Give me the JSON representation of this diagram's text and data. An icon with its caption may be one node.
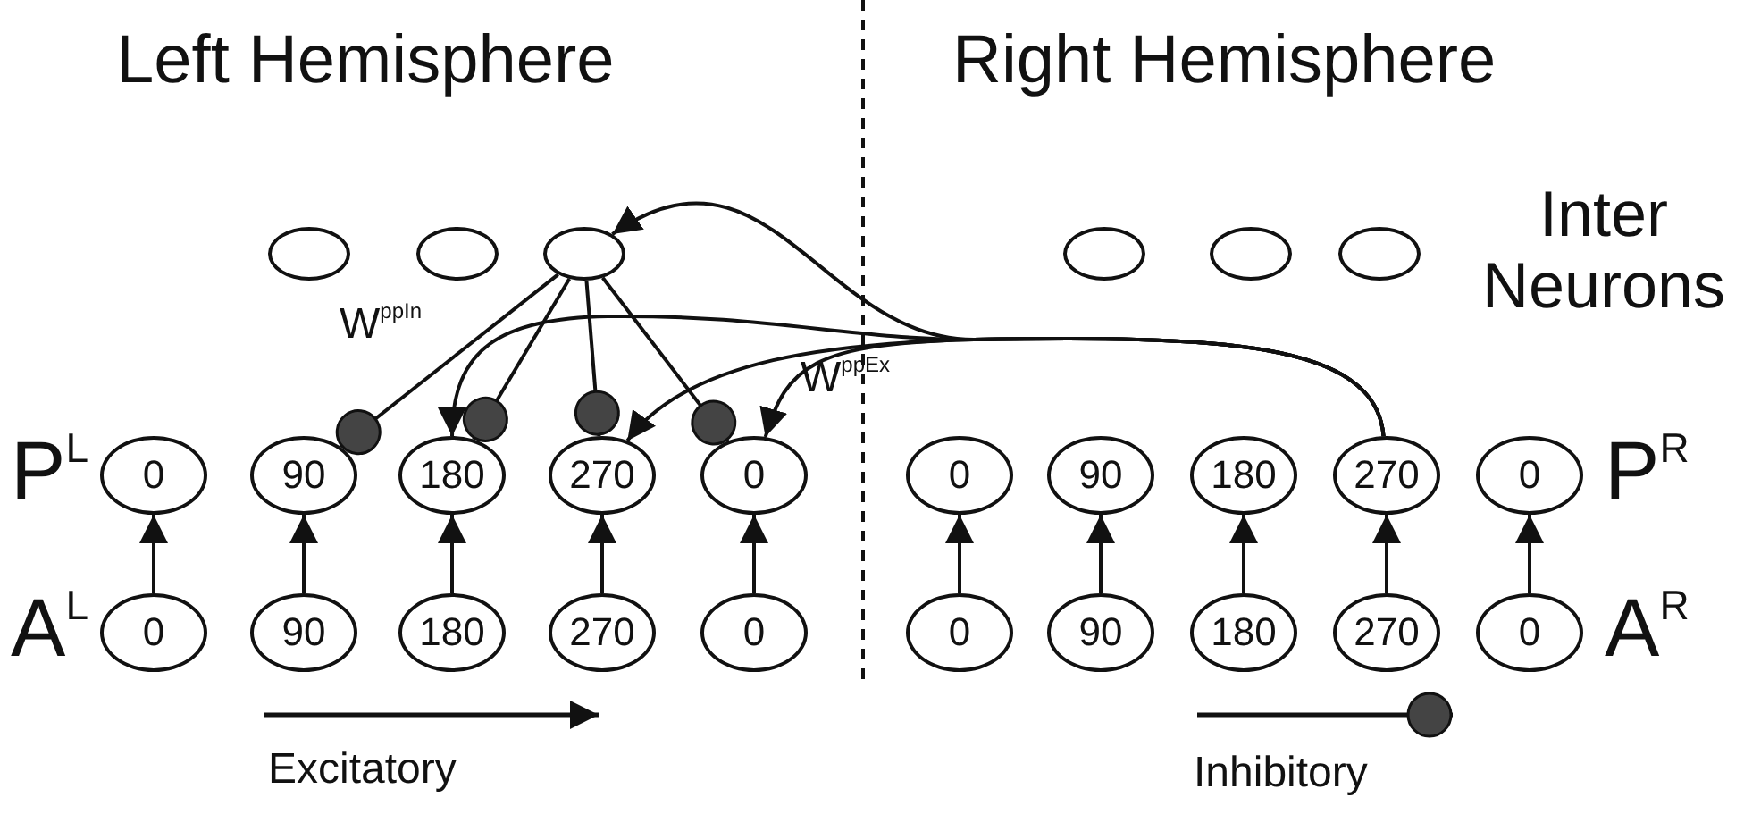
{
  "diagram": {
    "nodes": [
      {
        "text": [],
        "shape": "ellipse"
      },
      {
        "text": [],
        "shape": "ellipse"
      },
      {
        "text": [],
        "shape": "ellipse"
      },
      {
        "text": [],
        "shape": "ellipse"
      },
      {
        "text": [],
        "shape": "ellipse"
      },
      {
        "text": [],
        "shape": "ellipse"
      },
      {
        "text": [
          "0"
        ]
      },
      {
        "text": [
          "90"
        ]
      },
      {
        "text": [
          "180"
        ]
      },
      {
        "text": [
          "270"
        ]
      },
      {
        "text": [
          "0"
        ]
      },
      {
        "text": [
          "0"
        ]
      },
      {
        "text": [
          "90"
        ]
      },
      {
        "text": [
          "180"
        ]
      },
      {
        "text": [
          "270"
        ]
      },
      {
        "text": [
          "0"
        ]
      },
      {
        "text": [
          "0"
        ]
      },
      {
        "text": [
          "90"
        ]
      },
      {
        "text": [
          "180"
        ]
      },
      {
        "text": [
          "270"
        ]
      },
      {
        "text": [
          "0"
        ]
      },
      {
        "text": [
          "0"
        ]
      },
      {
        "text": [
          "90"
        ]
      },
      {
        "text": [
          "180"
        ]
      },
      {
        "text": [
          "270"
        ]
      },
      {
        "text": [
          "0"
        ]
      }
    ],
    "edges": [
      {
        "from": 14,
        "to": 2,
        "arrow": "to"
      },
      {
        "from": 14,
        "to": 8,
        "arrow": "to"
      },
      {
        "from": 14,
        "to": 9,
        "arrow": "to"
      },
      {
        "from": 14,
        "to": 10,
        "arrow": "to"
      },
      {
        "from": 2,
        "to": 7,
        "arrow": "other"
      },
      {
        "from": 2,
        "to": 8,
        "arrow": "other"
      },
      {
        "from": 2,
        "to": 9,
        "arrow": "other"
      },
      {
        "from": 2,
        "to": 10,
        "arrow": "other"
      },
      {
        "from": 16,
        "to": 6,
        "arrow": "to"
      },
      {
        "from": 17,
        "to": 7,
        "arrow": "to"
      },
      {
        "from": 18,
        "to": 8,
        "arrow": "to"
      },
      {
        "from": 19,
        "to": 9,
        "arrow": "to"
      },
      {
        "from": 20,
        "to": 10,
        "arrow": "to"
      },
      {
        "from": 21,
        "to": 11,
        "arrow": "to"
      },
      {
        "from": 22,
        "to": 12,
        "arrow": "to"
      },
      {
        "from": 23,
        "to": 13,
        "arrow": "to"
      },
      {
        "from": 24,
        "to": 14,
        "arrow": "to"
      },
      {
        "from": 25,
        "to": 15,
        "arrow": "to"
      }
    ],
    "labels": [
      "Left Hemisphere",
      "Right Hemisphere",
      "Inter Neurons",
      "W$^{ppIn}$",
      "W$^{ppEx}$",
      "P$^{L}$",
      "P$^{R}$",
      "A$^{L}$",
      "A$^{R}$"
    ],
    "legend": [
      {
        "text": "Excitatory"
      },
      {
        "text": "Inhibitory"
      }
    ]
  }
}
